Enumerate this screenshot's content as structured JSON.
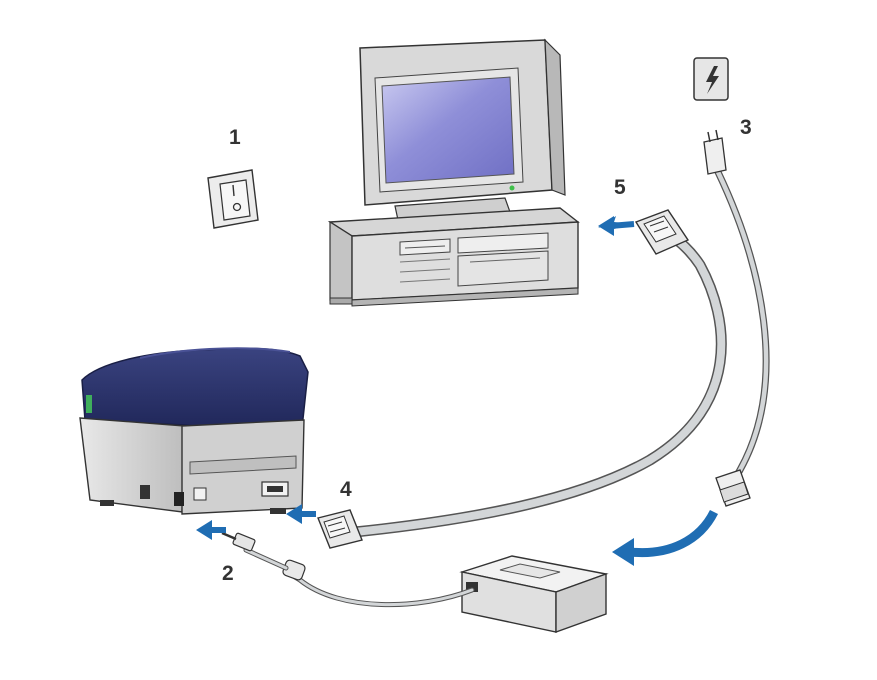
{
  "steps": [
    {
      "number": "1",
      "component": "power-switch"
    },
    {
      "number": "2",
      "component": "dc-power-plug"
    },
    {
      "number": "3",
      "component": "ac-power-plug"
    },
    {
      "number": "4",
      "component": "printer-serial-port"
    },
    {
      "number": "5",
      "component": "pc-serial-port"
    }
  ],
  "colors": {
    "arrow": "#1f6db3",
    "printer_lid": "#27306a",
    "printer_body": "#c9c9c9",
    "monitor_screen": "#8f8fd8",
    "cable": "#c8cbcd",
    "outline": "#333333"
  },
  "icons": {
    "power_switch": "rocker-switch-icon",
    "wall_outlet": "lightning-bolt-icon"
  }
}
